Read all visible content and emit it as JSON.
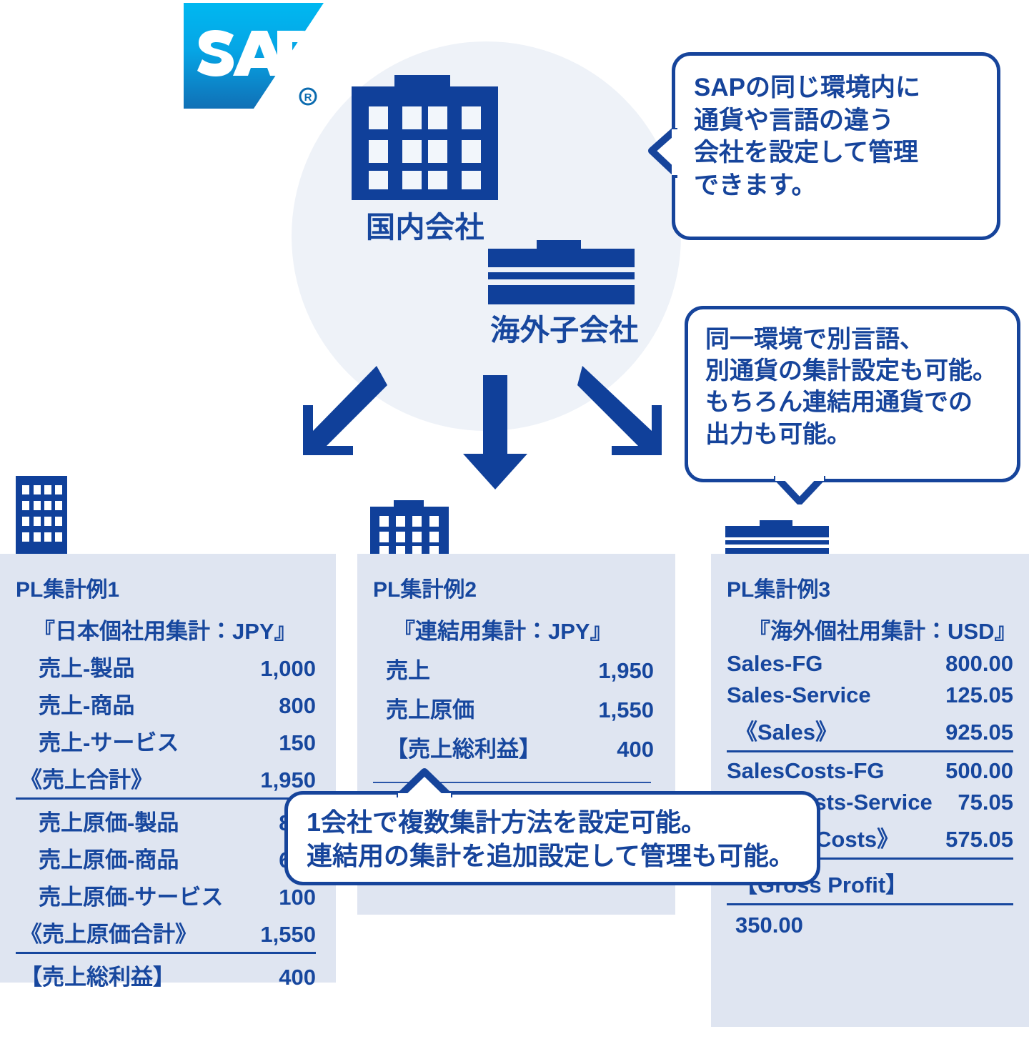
{
  "brand": {
    "logo_text": "SAP",
    "registered_mark": "®",
    "accent_blue": "#17479e",
    "logo_gradient_top": "#00aeef",
    "logo_gradient_bottom": "#0f6bb0",
    "panel_bg": "#dfe5f1",
    "circle_bg": "#eef2f8"
  },
  "center": {
    "domestic_label": "国内会社",
    "overseas_label": "海外子会社"
  },
  "callouts": {
    "bubble_1": {
      "lines": [
        "SAPの同じ環境内に",
        "通貨や言語の違う",
        "会社を設定して管理",
        "できます。"
      ]
    },
    "bubble_2": {
      "lines": [
        "同一環境で別言語、",
        "別通貨の集計設定も可能。",
        "もちろん連結用通貨での",
        "出力も可能。"
      ]
    },
    "bubble_3": {
      "lines": [
        "1会社で複数集計方法を設定可能。",
        "連結用の集計を追加設定して管理も可能。"
      ]
    }
  },
  "panels": [
    {
      "id": "panel-1",
      "title": "PL集計例1",
      "subtitle": "『日本個社用集計：JPY』",
      "icon": "office-building-icon",
      "rows": [
        {
          "label": "売上-製品",
          "value": "1,000",
          "indent": 1,
          "rule_after": false
        },
        {
          "label": "売上-商品",
          "value": "800",
          "indent": 1,
          "rule_after": false
        },
        {
          "label": "売上-サービス",
          "value": "150",
          "indent": 1,
          "rule_after": false
        },
        {
          "label": "《売上合計》",
          "value": "1,950",
          "indent": 0,
          "rule_after": true
        },
        {
          "label": "売上原価-製品",
          "value": "800",
          "indent": 1,
          "rule_after": false
        },
        {
          "label": "売上原価-商品",
          "value": "650",
          "indent": 1,
          "rule_after": false
        },
        {
          "label": "売上原価-サービス",
          "value": "100",
          "indent": 1,
          "rule_after": false
        },
        {
          "label": "《売上原価合計》",
          "value": "1,550",
          "indent": 0,
          "rule_after": true
        },
        {
          "label": "【売上総利益】",
          "value": "400",
          "indent": 0,
          "rule_after": false
        }
      ]
    },
    {
      "id": "panel-2",
      "title": "PL集計例2",
      "subtitle": "『連結用集計：JPY』",
      "icon": "office-building-icon",
      "rows": [
        {
          "label": "売上",
          "value": "1,950",
          "indent": 1,
          "rule_after": false
        },
        {
          "label": "売上原価",
          "value": "1,550",
          "indent": 1,
          "rule_after": false
        },
        {
          "label": "【売上総利益】",
          "value": "400",
          "indent": 0,
          "rule_after": true
        }
      ]
    },
    {
      "id": "panel-3",
      "title": "PL集計例3",
      "subtitle": "『海外個社用集計：USD』",
      "icon": "striped-building-icon",
      "rows": [
        {
          "label": "Sales-FG",
          "value": "800.00",
          "indent": 0,
          "rule_after": false
        },
        {
          "label": "Sales-Service",
          "value": "125.05",
          "indent": 0,
          "rule_after": false
        },
        {
          "label": "《Sales》",
          "value": "925.05",
          "indent": 1,
          "rule_after": true
        },
        {
          "label": "SalesCosts-FG",
          "value": "500.00",
          "indent": 0,
          "rule_after": false
        },
        {
          "label": "SalesCosts-Service",
          "value": "75.05",
          "indent": 0,
          "rule_after": false
        },
        {
          "label": "《SalesCosts》",
          "value": "575.05",
          "indent": 1,
          "rule_after": true
        },
        {
          "label": "【Gross Profit】",
          "value": "",
          "indent": 1,
          "rule_after": true
        },
        {
          "label": "350.00",
          "value": "",
          "indent": 1,
          "rule_after": false
        }
      ]
    }
  ],
  "icons": {
    "arrow_left": "arrow-down-left-icon",
    "arrow_down": "arrow-down-icon",
    "arrow_right": "arrow-down-right-icon"
  }
}
